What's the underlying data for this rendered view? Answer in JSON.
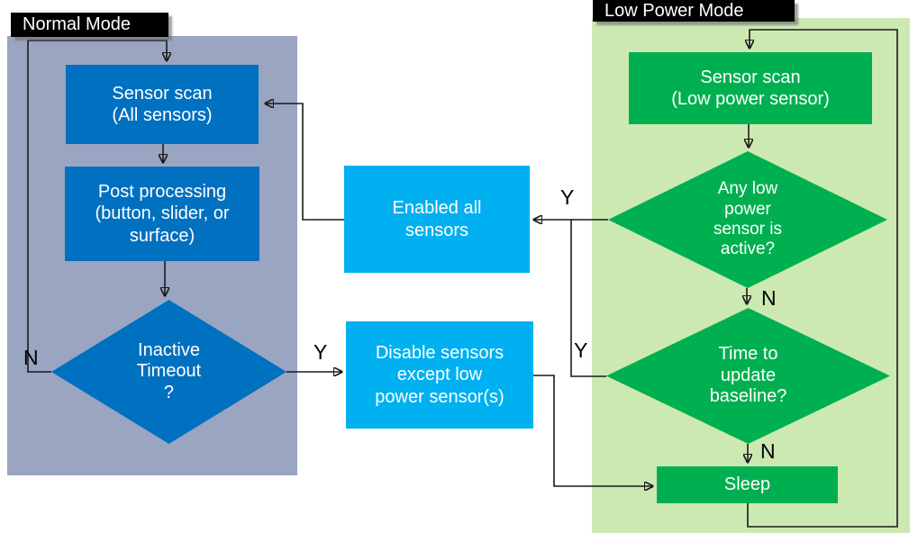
{
  "titles": {
    "normal": "Normal Mode",
    "low_power": "Low Power Mode"
  },
  "colors": {
    "normal_mode_background": "#9aa5c1",
    "low_power_mode_background": "#cde9b2",
    "normal_process_blue": "#0070c0",
    "transition_cyan": "#00b0f0",
    "low_power_green": "#00b050",
    "title_background": "#000000",
    "node_text": "#ffffff",
    "wire": "#1a1a1a"
  },
  "nodes": {
    "sensor_scan_all": "Sensor scan\n(All sensors)",
    "post_processing": "Post processing\n(button, slider, or\nsurface)",
    "inactive_timeout": "Inactive\nTimeout\n?",
    "enabled_all_sensors": "Enabled all\nsensors",
    "disable_sensors": "Disable sensors\nexcept low\npower sensor(s)",
    "sensor_scan_low_power": "Sensor scan\n(Low power sensor)",
    "any_low_power_active": "Any low\npower\nsensor is\nactive?",
    "time_to_update_baseline": "Time to\nupdate\nbaseline?",
    "sleep": "Sleep"
  },
  "edge_labels": {
    "inactive_timeout_no": "N",
    "inactive_timeout_yes": "Y",
    "any_low_power_yes": "Y",
    "any_low_power_no": "N",
    "update_baseline_yes": "Y",
    "update_baseline_no": "N"
  }
}
